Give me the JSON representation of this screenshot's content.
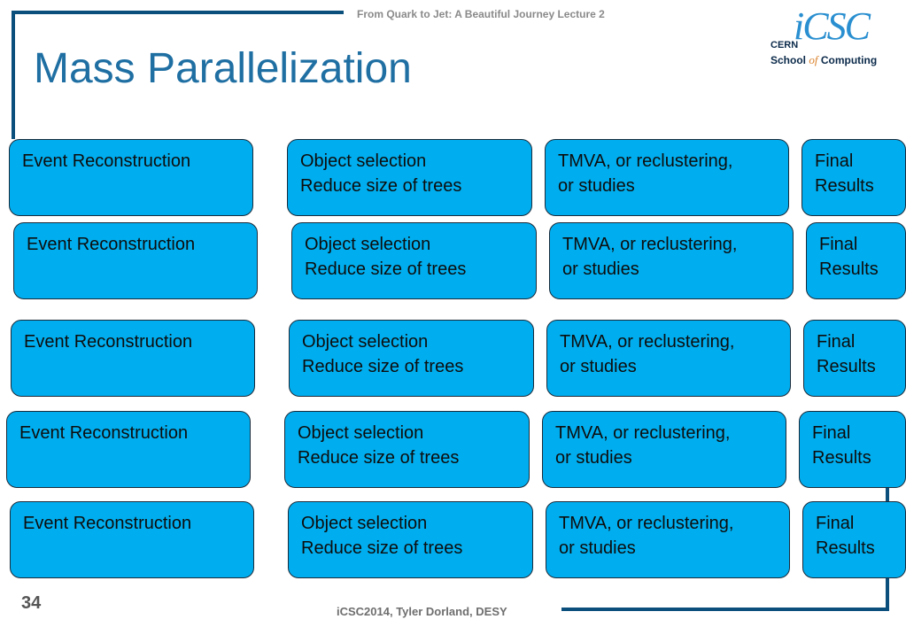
{
  "header": {
    "text": "From Quark to Jet: A Beautiful Journey Lecture 2"
  },
  "title": "Mass Parallelization",
  "logo": {
    "main": "iCSC",
    "line1": "CERN",
    "school": "School",
    "of": "of",
    "computing": "Computing"
  },
  "rows": [
    {
      "event": "Event Reconstruction",
      "obj1": "Object selection",
      "obj2": "Reduce size of trees",
      "tmva1": "TMVA, or reclustering,",
      "tmva2": "or studies",
      "final1": "Final",
      "final2": "Results"
    },
    {
      "event": "Event Reconstruction",
      "obj1": "Object selection",
      "obj2": "Reduce size of trees",
      "tmva1": "TMVA, or reclustering,",
      "tmva2": "or studies",
      "final1": "Final",
      "final2": "Results"
    },
    {
      "event": "Event Reconstruction",
      "obj1": "Object selection",
      "obj2": "Reduce size of trees",
      "tmva1": "TMVA, or reclustering,",
      "tmva2": "or studies",
      "final1": "Final",
      "final2": "Results"
    },
    {
      "event": "Event Reconstruction",
      "obj1": "Object selection",
      "obj2": "Reduce size of trees",
      "tmva1": "TMVA, or reclustering,",
      "tmva2": "or studies",
      "final1": "Final",
      "final2": "Results"
    },
    {
      "event": "Event Reconstruction",
      "obj1": "Object selection",
      "obj2": "Reduce size of trees",
      "tmva1": "TMVA, or reclustering,",
      "tmva2": "or studies",
      "final1": "Final",
      "final2": "Results"
    }
  ],
  "footer": {
    "page": "34",
    "text": "iCSC2014, Tyler Dorland, DESY"
  },
  "colors": {
    "box": "#00aeef",
    "frame": "#0b4f7c",
    "title": "#1f6fa3"
  }
}
